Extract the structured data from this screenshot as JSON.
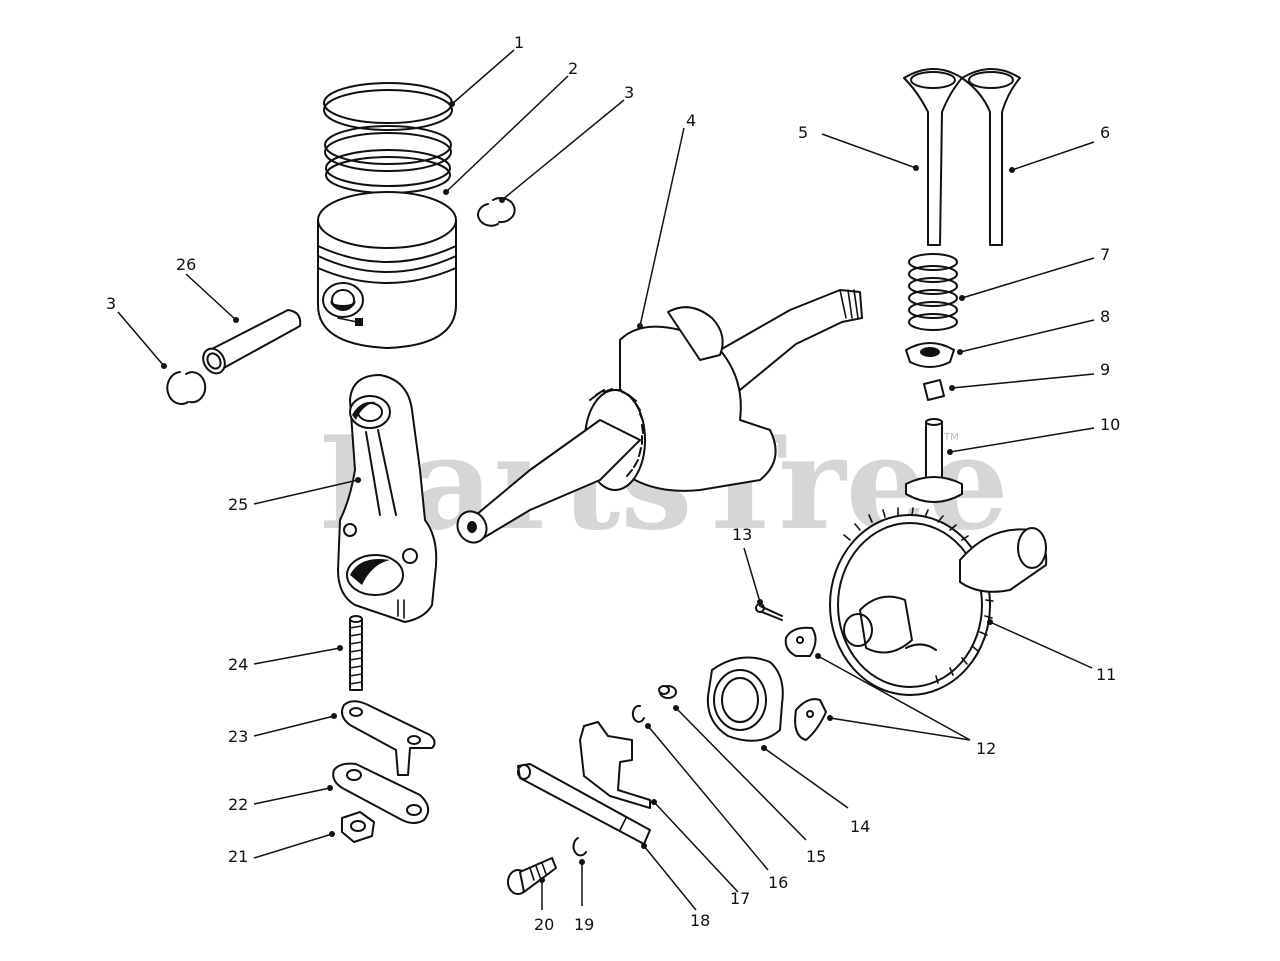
{
  "watermark": "PartsTree",
  "watermark_tm": "TM",
  "callouts": [
    {
      "id": "c1",
      "label": "1"
    },
    {
      "id": "c2",
      "label": "2"
    },
    {
      "id": "c3a",
      "label": "3"
    },
    {
      "id": "c3b",
      "label": "3"
    },
    {
      "id": "c4",
      "label": "4"
    },
    {
      "id": "c5",
      "label": "5"
    },
    {
      "id": "c6",
      "label": "6"
    },
    {
      "id": "c7",
      "label": "7"
    },
    {
      "id": "c8",
      "label": "8"
    },
    {
      "id": "c9",
      "label": "9"
    },
    {
      "id": "c10",
      "label": "10"
    },
    {
      "id": "c11",
      "label": "11"
    },
    {
      "id": "c12",
      "label": "12"
    },
    {
      "id": "c13",
      "label": "13"
    },
    {
      "id": "c14",
      "label": "14"
    },
    {
      "id": "c15",
      "label": "15"
    },
    {
      "id": "c16",
      "label": "16"
    },
    {
      "id": "c17",
      "label": "17"
    },
    {
      "id": "c18",
      "label": "18"
    },
    {
      "id": "c19",
      "label": "19"
    },
    {
      "id": "c20",
      "label": "20"
    },
    {
      "id": "c21",
      "label": "21"
    },
    {
      "id": "c22",
      "label": "22"
    },
    {
      "id": "c23",
      "label": "23"
    },
    {
      "id": "c24",
      "label": "24"
    },
    {
      "id": "c25",
      "label": "25"
    },
    {
      "id": "c26",
      "label": "26"
    }
  ]
}
